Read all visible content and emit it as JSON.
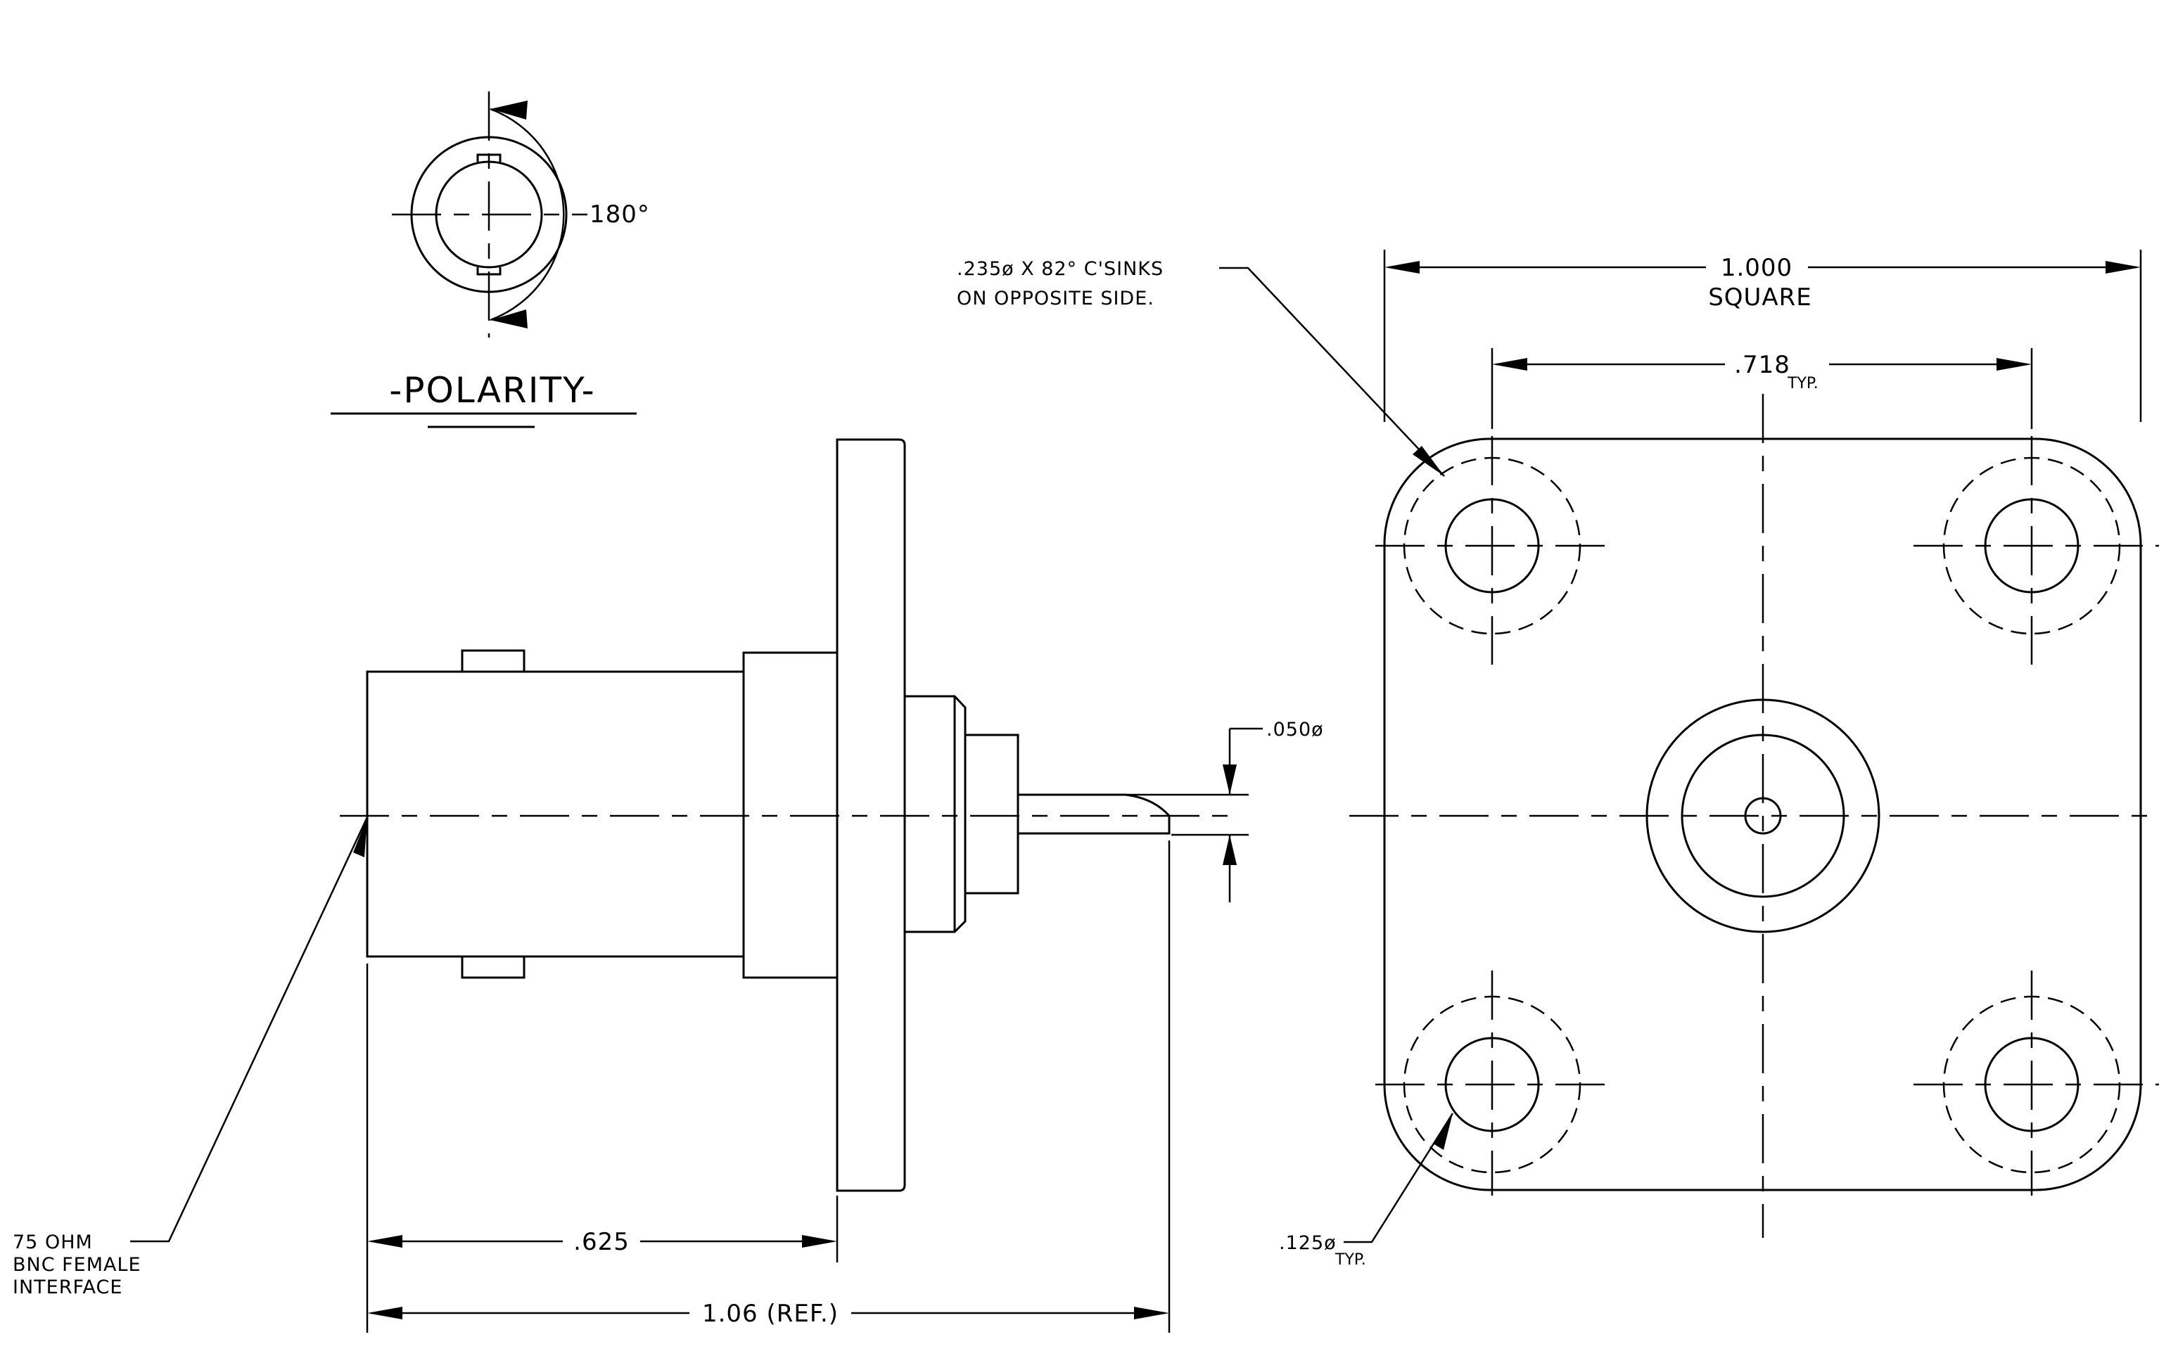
{
  "polarity": {
    "title": "-POLARITY-",
    "angle": "180°"
  },
  "dimensions": {
    "overall_width": "1.000",
    "overall_width_note": "SQUARE",
    "hole_spacing": ".718",
    "hole_spacing_note": "TYP.",
    "pin_dia": ".050ø",
    "flange_to_front": ".625",
    "overall_length": "1.06 (REF.)",
    "hole_dia": ".125ø",
    "hole_dia_note": "TYP."
  },
  "notes": {
    "csink_line1": ".235ø X 82° C'SINKS",
    "csink_line2": "ON OPPOSITE SIDE.",
    "interface_line1": "75 OHM",
    "interface_line2": "BNC FEMALE",
    "interface_line3": "INTERFACE"
  }
}
